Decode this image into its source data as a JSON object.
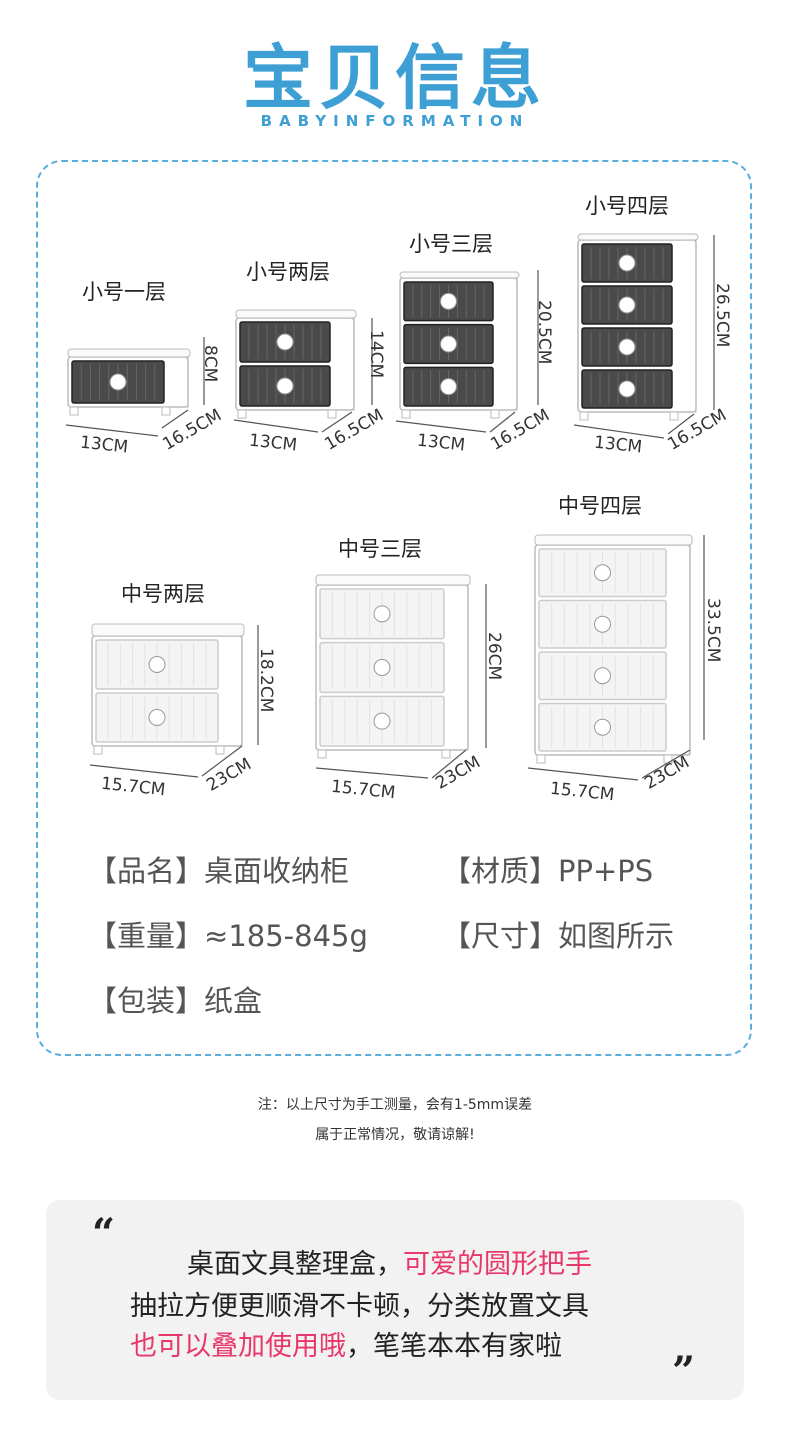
{
  "header": {
    "title": "宝贝信息",
    "subtitle": "BABYINFORMATION"
  },
  "products": [
    {
      "label": "小号一层",
      "width": "13CM",
      "depth": "16.5CM",
      "height": "8CM"
    },
    {
      "label": "小号两层",
      "width": "13CM",
      "depth": "16.5CM",
      "height": "14CM"
    },
    {
      "label": "小号三层",
      "width": "13CM",
      "depth": "16.5CM",
      "height": "20.5CM"
    },
    {
      "label": "小号四层",
      "width": "13CM",
      "depth": "16.5CM",
      "height": "26.5CM"
    },
    {
      "label": "中号两层",
      "width": "15.7CM",
      "depth": "23CM",
      "height": "18.2CM"
    },
    {
      "label": "中号三层",
      "width": "15.7CM",
      "depth": "23CM",
      "height": "26CM"
    },
    {
      "label": "中号四层",
      "width": "15.7CM",
      "depth": "23CM",
      "height": "33.5CM"
    }
  ],
  "specs": {
    "name_key": "【品名】",
    "name_val": "桌面收纳柜",
    "material_key": "【材质】",
    "material_val": "PP+PS",
    "weight_key": "【重量】",
    "weight_val": "≈185-845g",
    "size_key": "【尺寸】",
    "size_val": "如图所示",
    "package_key": "【包装】",
    "package_val": "纸盒"
  },
  "notes": {
    "line1": "注：以上尺寸为手工测量，会有1-5mm误差",
    "line2": "属于正常情况，敬请谅解!"
  },
  "quote": {
    "open": "“",
    "close": "”",
    "line1_a": "桌面文具整理盒，",
    "line1_b": "可爱的圆形把手",
    "line2": "抽拉方便更顺滑不卡顿，分类放置文具",
    "line3_a": "也可以叠加使用哦",
    "line3_b": "，笔笔本本有家啦"
  },
  "colors": {
    "accent": "#3d9fd4",
    "highlight": "#e8386b",
    "dark_drawer": "#4a4a4a",
    "light_drawer": "#f4f4f4"
  }
}
